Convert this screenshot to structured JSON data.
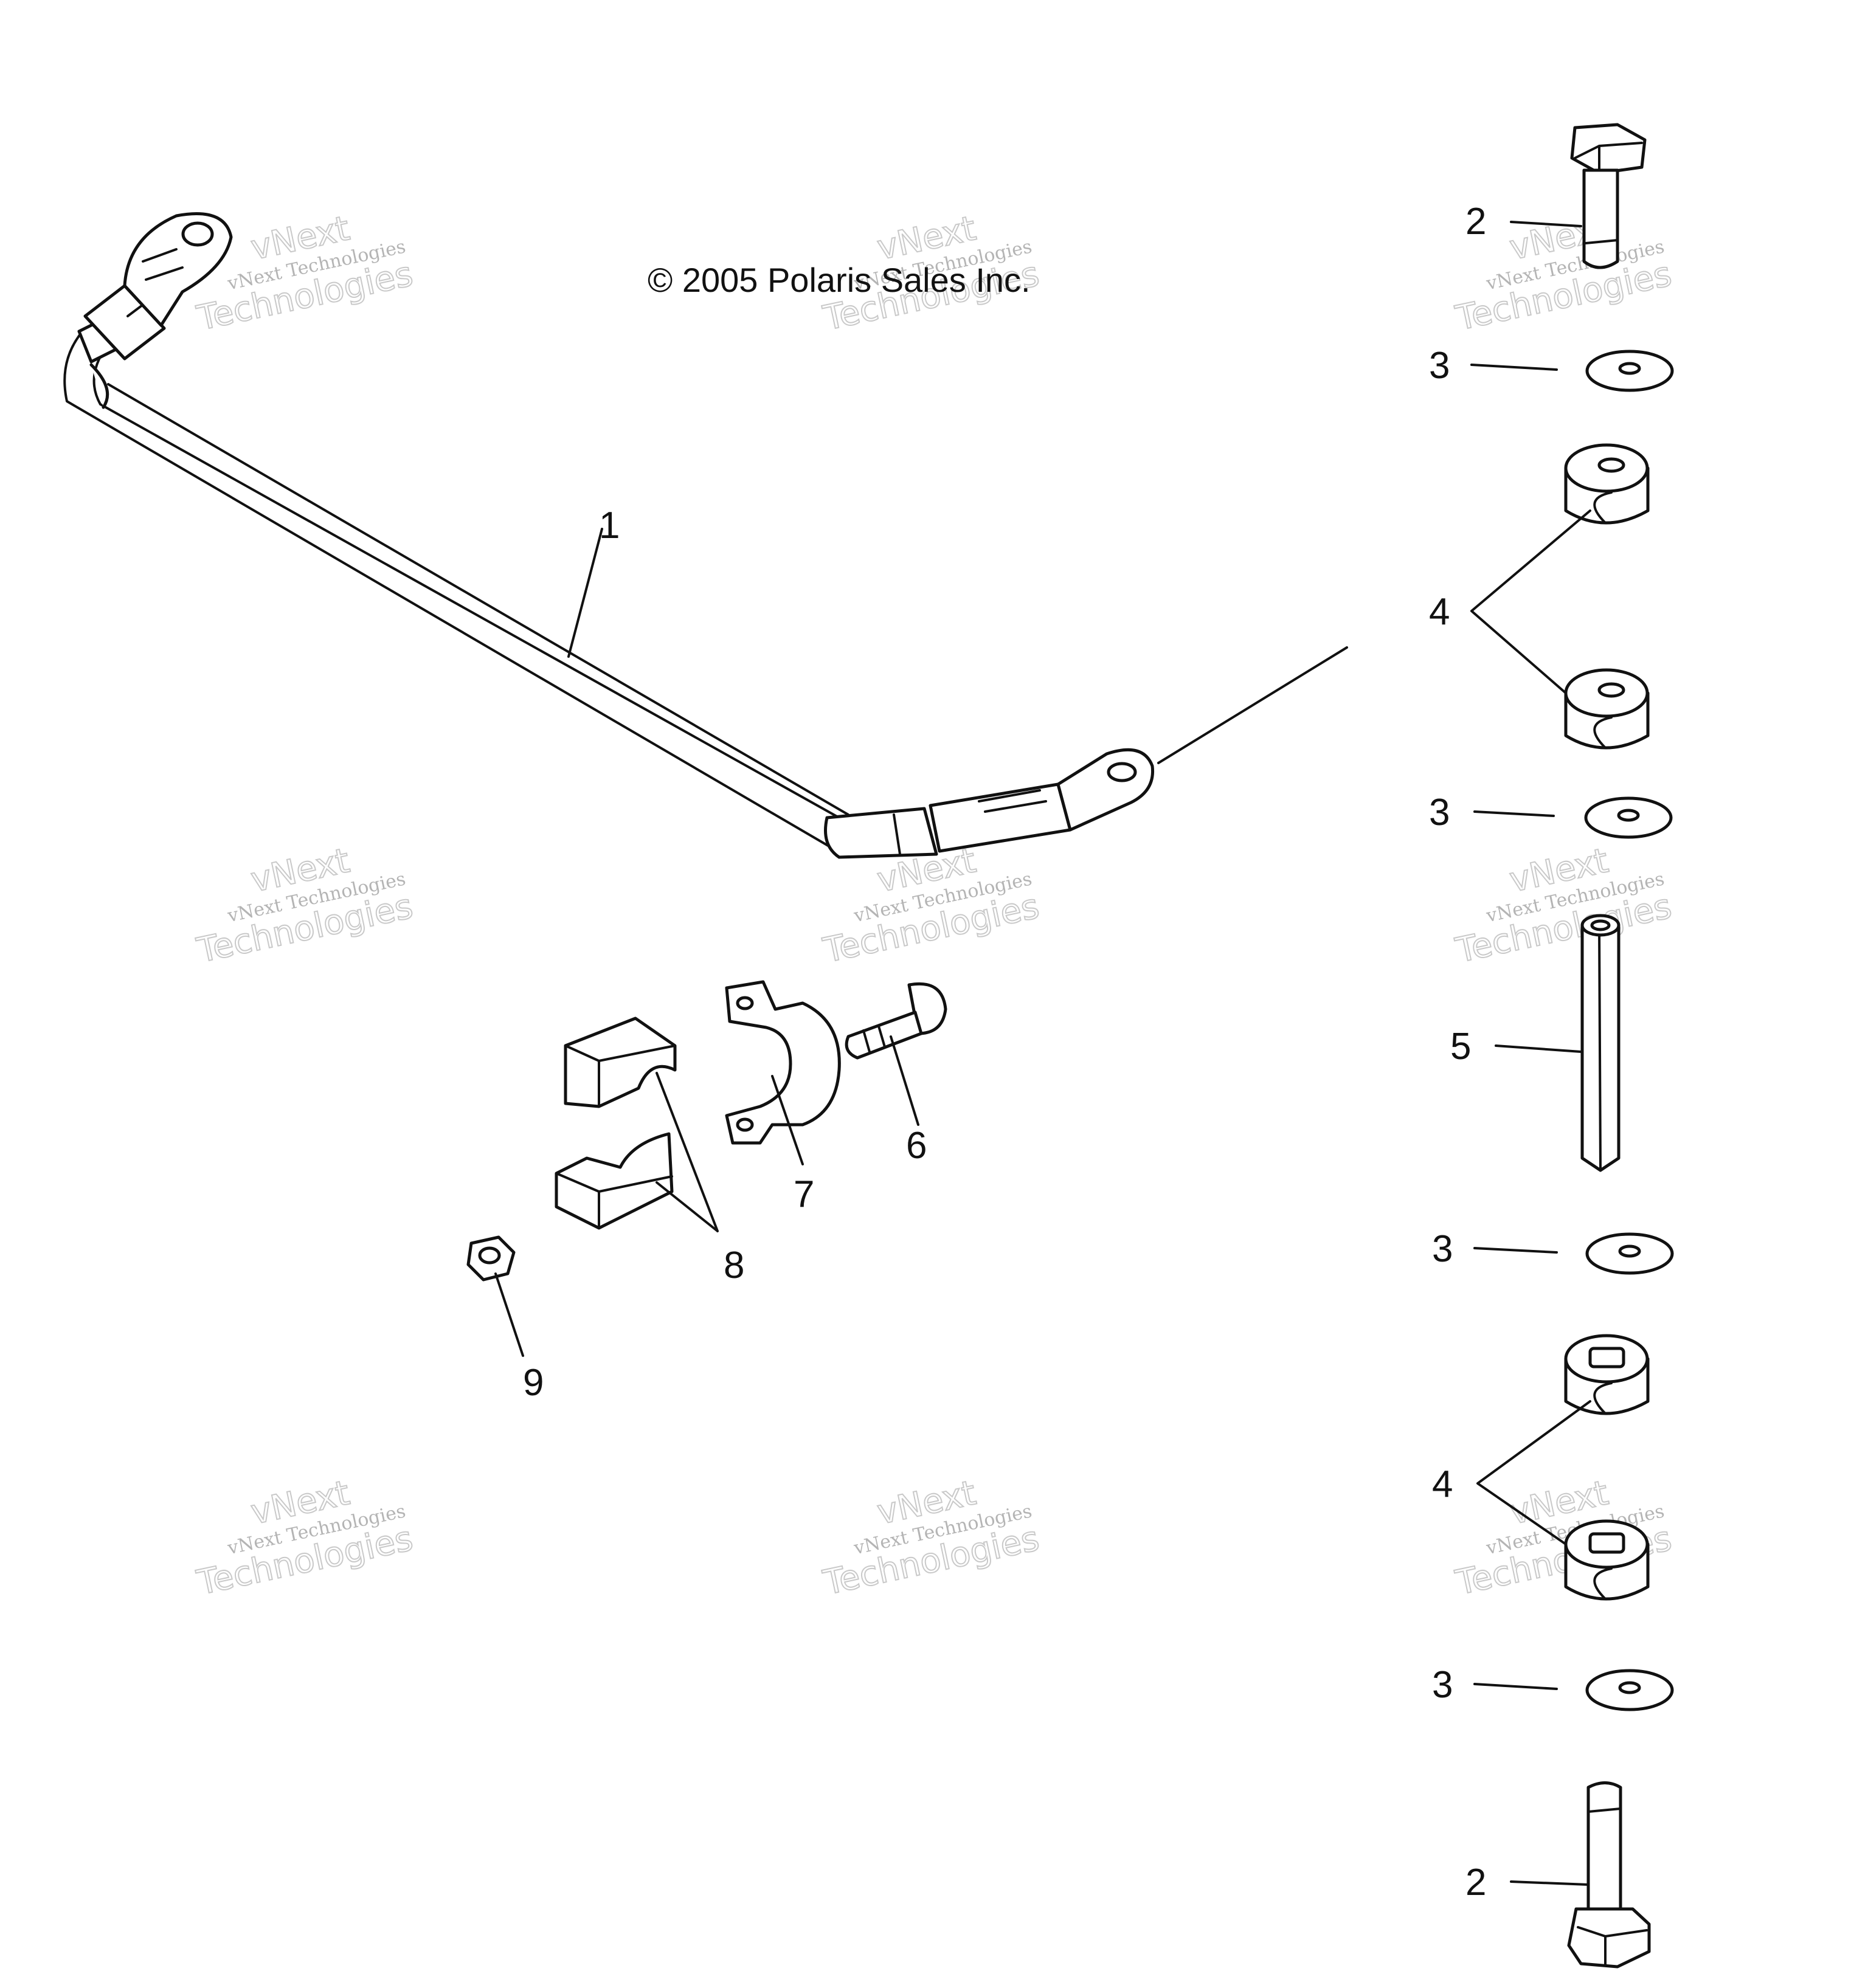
{
  "copyright": "© 2005 Polaris Sales Inc.",
  "watermark": {
    "line1": "vNext",
    "line2": "vNext Technologies",
    "line3": "Technologies"
  },
  "callouts": {
    "c1": "1",
    "c2_top": "2",
    "c2_bottom": "2",
    "c3_a": "3",
    "c3_b": "3",
    "c3_c": "3",
    "c3_d": "3",
    "c4_top": "4",
    "c4_bottom": "4",
    "c5": "5",
    "c6": "6",
    "c7": "7",
    "c8": "8",
    "c9": "9"
  }
}
